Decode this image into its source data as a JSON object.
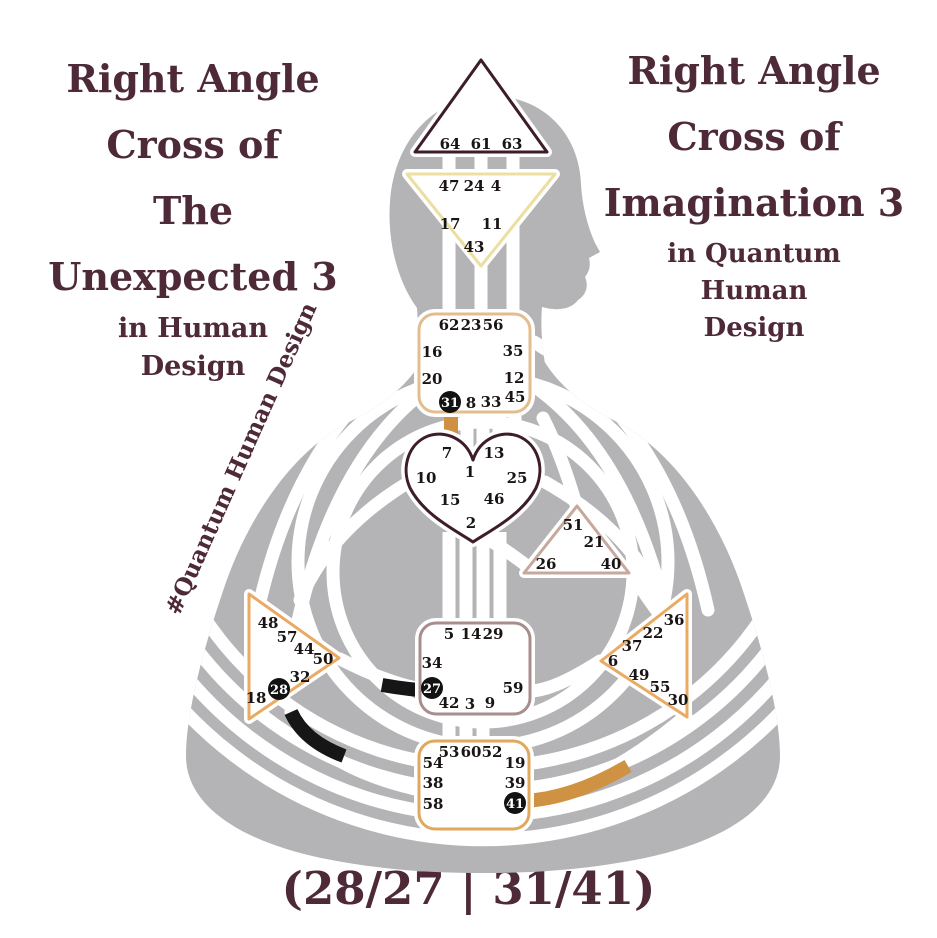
{
  "left_title": {
    "lines": [
      "Right Angle",
      "Cross of",
      "The",
      "Unexpected 3"
    ],
    "sub_lines": [
      "in Human",
      "Design"
    ]
  },
  "right_title": {
    "lines": [
      "Right Angle",
      "Cross of",
      "Imagination 3"
    ],
    "sub_lines": [
      "in Quantum",
      "Human",
      "Design"
    ]
  },
  "hashtag": "#Quantum Human Design",
  "bottom_label": "(28/27 | 31/41)",
  "colors": {
    "title_maroon": "#4e2a39",
    "body_gray": "#b4b3b6",
    "channel_orange": "#cf9242",
    "channel_black": "#161616",
    "head_border": "#3d1d29",
    "ajna_border": "#ecdfa2",
    "throat_border": "#e2be8e",
    "g_border": "#3d1d29",
    "ego_border": "#c6a89c",
    "spleen_border": "#eaaa62",
    "sacral_border": "#a88d8c",
    "solar_border": "#eaaa62",
    "root_border": "#e0a85c"
  },
  "centers": {
    "head": {
      "name": "Head",
      "gates": [
        "64",
        "61",
        "63"
      ]
    },
    "ajna": {
      "name": "Ajna",
      "gates": [
        "47",
        "24",
        "4",
        "17",
        "11",
        "43"
      ]
    },
    "throat": {
      "name": "Throat",
      "gates": [
        "62",
        "23",
        "56",
        "16",
        "35",
        "20",
        "12",
        "45",
        "31",
        "8",
        "33"
      ]
    },
    "g": {
      "name": "G Center",
      "gates": [
        "7",
        "13",
        "1",
        "10",
        "25",
        "15",
        "46",
        "2"
      ]
    },
    "ego": {
      "name": "Ego",
      "gates": [
        "51",
        "21",
        "26",
        "40"
      ]
    },
    "spleen": {
      "name": "Spleen",
      "gates": [
        "48",
        "57",
        "44",
        "50",
        "32",
        "28",
        "18"
      ]
    },
    "sacral": {
      "name": "Sacral",
      "gates": [
        "5",
        "14",
        "29",
        "34",
        "27",
        "59",
        "42",
        "3",
        "9"
      ]
    },
    "solar": {
      "name": "Solar Plexus",
      "gates": [
        "36",
        "22",
        "37",
        "6",
        "49",
        "55",
        "30"
      ]
    },
    "root": {
      "name": "Root",
      "gates": [
        "53",
        "60",
        "52",
        "54",
        "19",
        "38",
        "39",
        "58",
        "41"
      ]
    }
  },
  "activated_gates": [
    "28",
    "27",
    "31",
    "41"
  ]
}
